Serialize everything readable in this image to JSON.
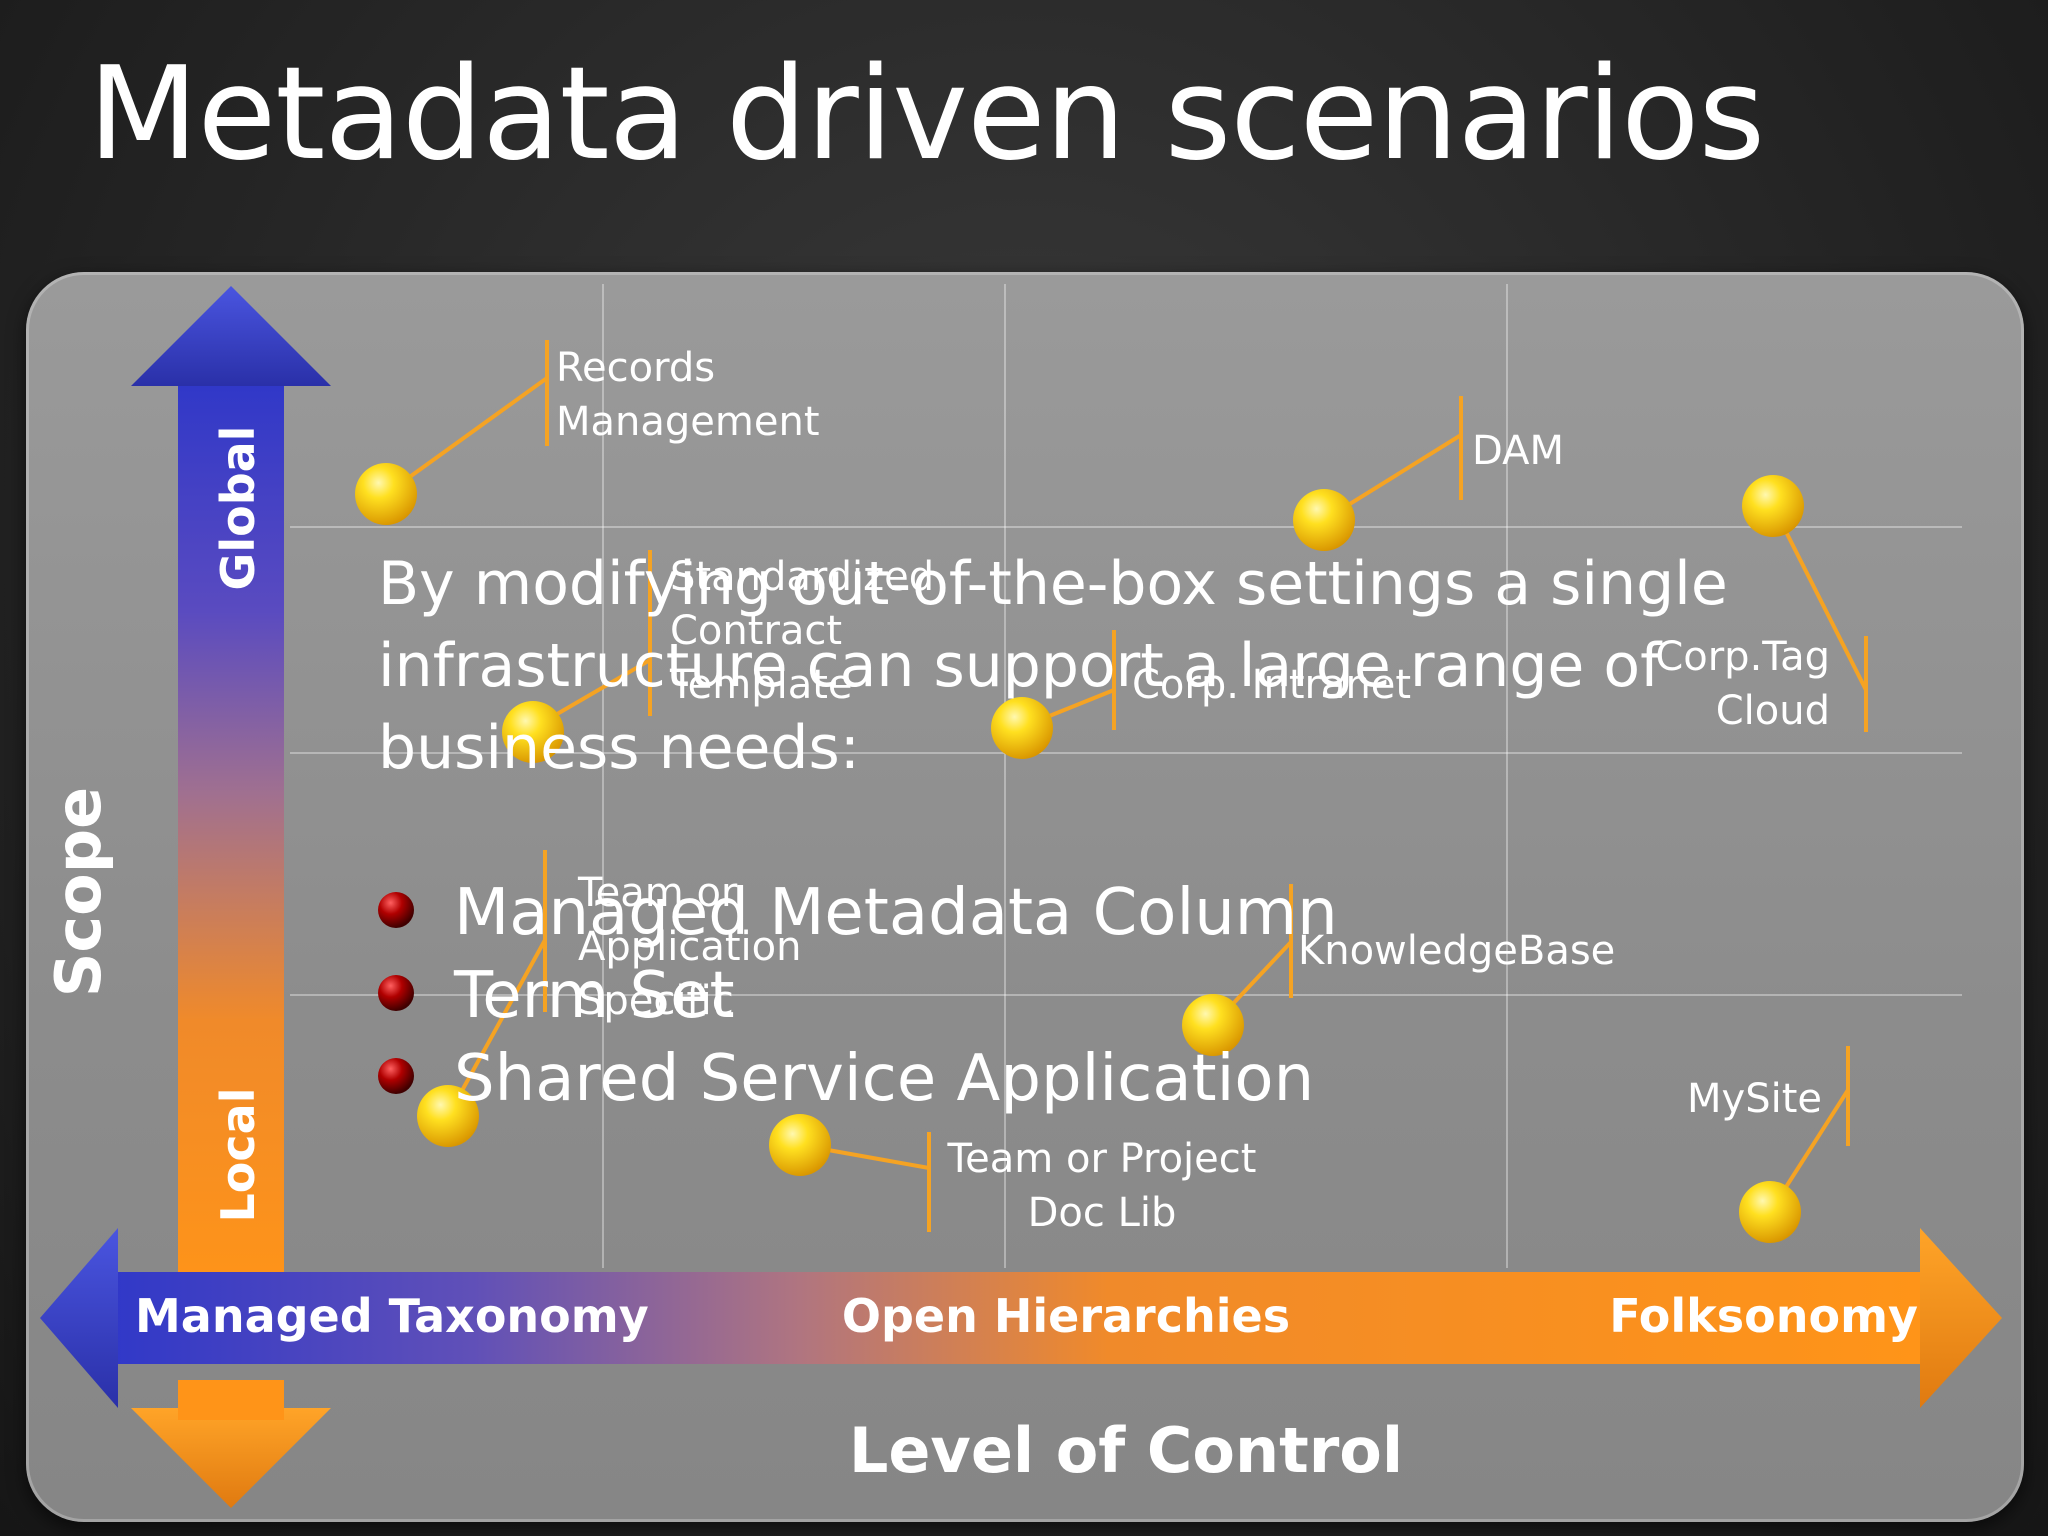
{
  "slide": {
    "title": "Metadata driven scenarios"
  },
  "axes": {
    "vertical": {
      "title": "Scope",
      "top_label": "Global",
      "bottom_label": "Local"
    },
    "horizontal": {
      "title": "Level of Control",
      "left_label": "Managed Taxonomy",
      "middle_label": "Open Hierarchies",
      "right_label": "Folksonomy"
    }
  },
  "scenarios": [
    {
      "id": "records",
      "lines": [
        "Records",
        "Management"
      ]
    },
    {
      "id": "dam",
      "lines": [
        "DAM"
      ]
    },
    {
      "id": "standardized",
      "lines": [
        "Standardized",
        "Contract",
        "Template"
      ]
    },
    {
      "id": "intranet",
      "lines": [
        "Corp. Intranet"
      ]
    },
    {
      "id": "tagcloud",
      "lines": [
        "Corp.Tag",
        "Cloud"
      ]
    },
    {
      "id": "team-app",
      "lines": [
        "Team or",
        "Application",
        "Specific"
      ]
    },
    {
      "id": "knowledgebase",
      "lines": [
        "KnowledgeBase"
      ]
    },
    {
      "id": "team-doclib",
      "lines": [
        "Team or Project",
        "Doc Lib"
      ]
    },
    {
      "id": "mysite",
      "lines": [
        "MySite"
      ]
    }
  ],
  "overlay": {
    "statement_lines": [
      "By modifying out-of-the-box settings a single",
      "infrastructure can support a large range of",
      "business needs:"
    ],
    "bullets": [
      "Managed Metadata Column",
      "Term Set",
      "Shared Service Application"
    ]
  },
  "colors": {
    "accent_orange": "#f5a323",
    "arrow_blue": "#3a45c8",
    "bullet_red": "#a80000",
    "dot_yellow": "#ffd21a"
  }
}
